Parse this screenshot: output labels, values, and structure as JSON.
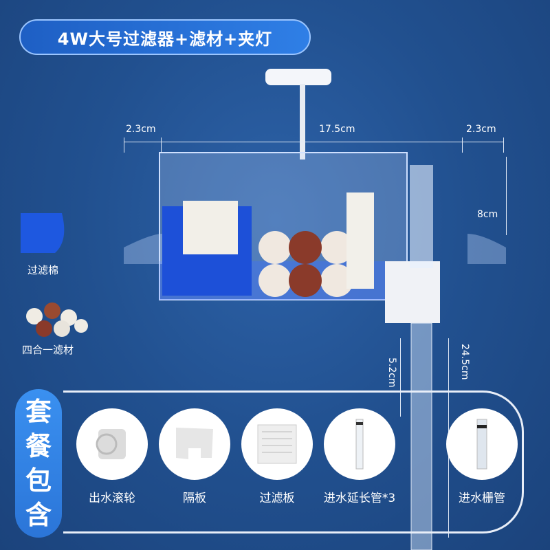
{
  "title": "4W大号过滤器+滤材+夹灯",
  "dimensions": {
    "left_width": "2.3cm",
    "main_width": "17.5cm",
    "right_width": "2.3cm",
    "height": "8cm",
    "pipe_segment": "5.2cm",
    "pipe_total": "24.5cm"
  },
  "side_items": [
    {
      "label": "过滤棉"
    },
    {
      "label": "四合一滤材"
    }
  ],
  "package": {
    "heading": [
      "套",
      "餐",
      "包",
      "含"
    ],
    "items": [
      {
        "label": "出水滚轮"
      },
      {
        "label": "隔板"
      },
      {
        "label": "过滤板"
      },
      {
        "label": "进水延长管*3"
      },
      {
        "label": "进水栅管"
      }
    ]
  },
  "colors": {
    "background": "#21508f",
    "accent": "#2f7fe6"
  }
}
